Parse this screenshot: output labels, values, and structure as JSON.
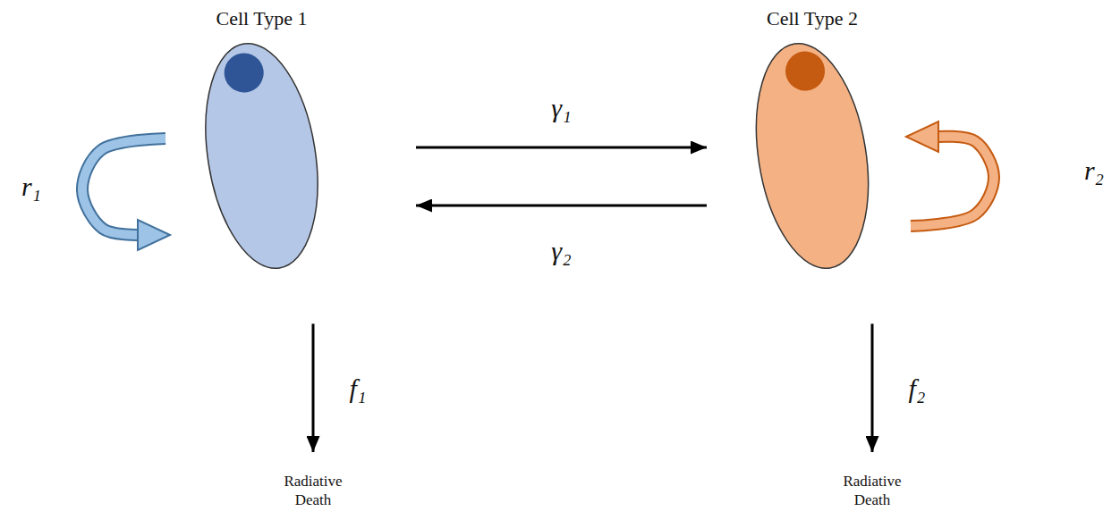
{
  "diagram": {
    "nodes": [
      {
        "text": [
          "Cell Type 1"
        ]
      },
      {
        "text": [
          "Cell Type 2"
        ]
      },
      {
        "text": [
          "Radiative Death"
        ]
      },
      {
        "text": [
          "Radiative Death"
        ]
      }
    ],
    "edges": [
      {
        "from": 0,
        "to": 1,
        "label": "γ₁",
        "arrow": "to"
      },
      {
        "from": 1,
        "to": 0,
        "label": "γ₂",
        "arrow": "to"
      },
      {
        "from": 0,
        "to": 0,
        "label": "r₁",
        "arrow": "to"
      },
      {
        "from": 1,
        "to": 1,
        "label": "r₂",
        "arrow": "to"
      },
      {
        "from": 0,
        "to": 2,
        "label": "f₁",
        "arrow": "to"
      },
      {
        "from": 1,
        "to": 3,
        "label": "f₂",
        "arrow": "to"
      }
    ]
  }
}
